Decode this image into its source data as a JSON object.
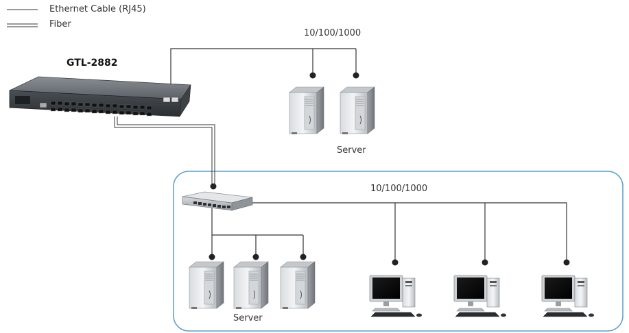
{
  "legend": {
    "ethernet_label": "Ethernet Cable (RJ45)",
    "fiber_label": "Fiber"
  },
  "core_switch": {
    "model": "GTL-2882"
  },
  "top_group": {
    "speed_label": "10/100/1000",
    "server_label": "Server"
  },
  "bottom_group": {
    "speed_label": "10/100/1000",
    "server_label": "Server"
  },
  "colors": {
    "line": "#333333",
    "zone_border": "#5a9ec9"
  }
}
